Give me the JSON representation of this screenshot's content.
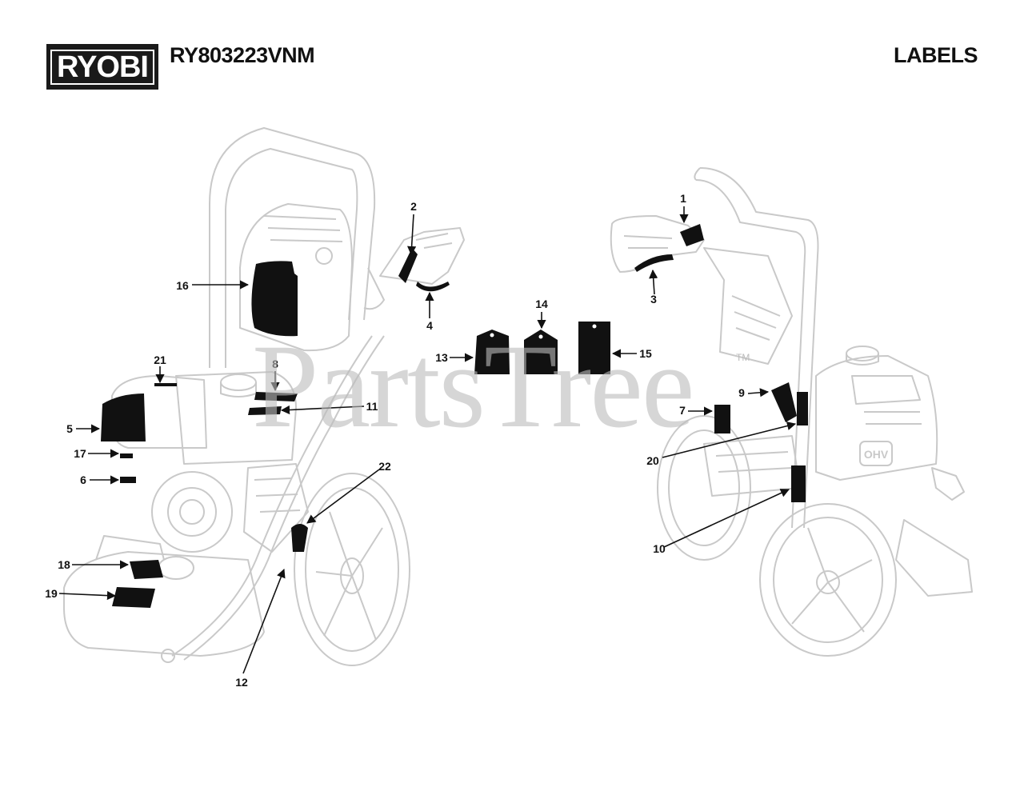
{
  "header": {
    "logo_text": "RYOBI",
    "model": "RY803223VNM",
    "section": "LABELS"
  },
  "watermark": {
    "text": "PartsTree",
    "tm": "TM"
  },
  "callouts": {
    "c1": "1",
    "c2": "2",
    "c3": "3",
    "c4": "4",
    "c5": "5",
    "c6": "6",
    "c7": "7",
    "c8": "8",
    "c9": "9",
    "c10": "10",
    "c11": "11",
    "c12": "12",
    "c13": "13",
    "c14": "14",
    "c15": "15",
    "c16": "16",
    "c17": "17",
    "c18": "18",
    "c19": "19",
    "c20": "20",
    "c21": "21",
    "c22": "22"
  },
  "engine_badge": "OHV",
  "colors": {
    "label_fill": "#111111",
    "line_art": "#c9c9c9",
    "watermark": "#bcbcbc"
  }
}
